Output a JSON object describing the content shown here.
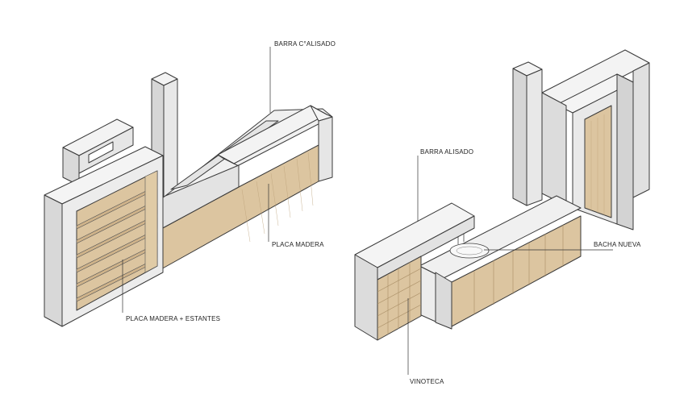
{
  "labels": {
    "barra_c_alisado": "BARRA C°ALISADO",
    "placa_madera": "PLACA MADERA",
    "placa_madera_estantes": "PLACA MADERA + ESTANTES",
    "barra_alisado": "BARRA ALISADO",
    "bacha_nueva": "BACHA NUEVA",
    "vinoteca": "VINOTECA"
  },
  "colors": {
    "wall_light": "#f1f1f1",
    "wall_mid": "#dedede",
    "wall_dark": "#cfcfcf",
    "wood": "#dcc5a0",
    "wood_dark": "#c9ad82",
    "line": "#3a3a3a"
  }
}
